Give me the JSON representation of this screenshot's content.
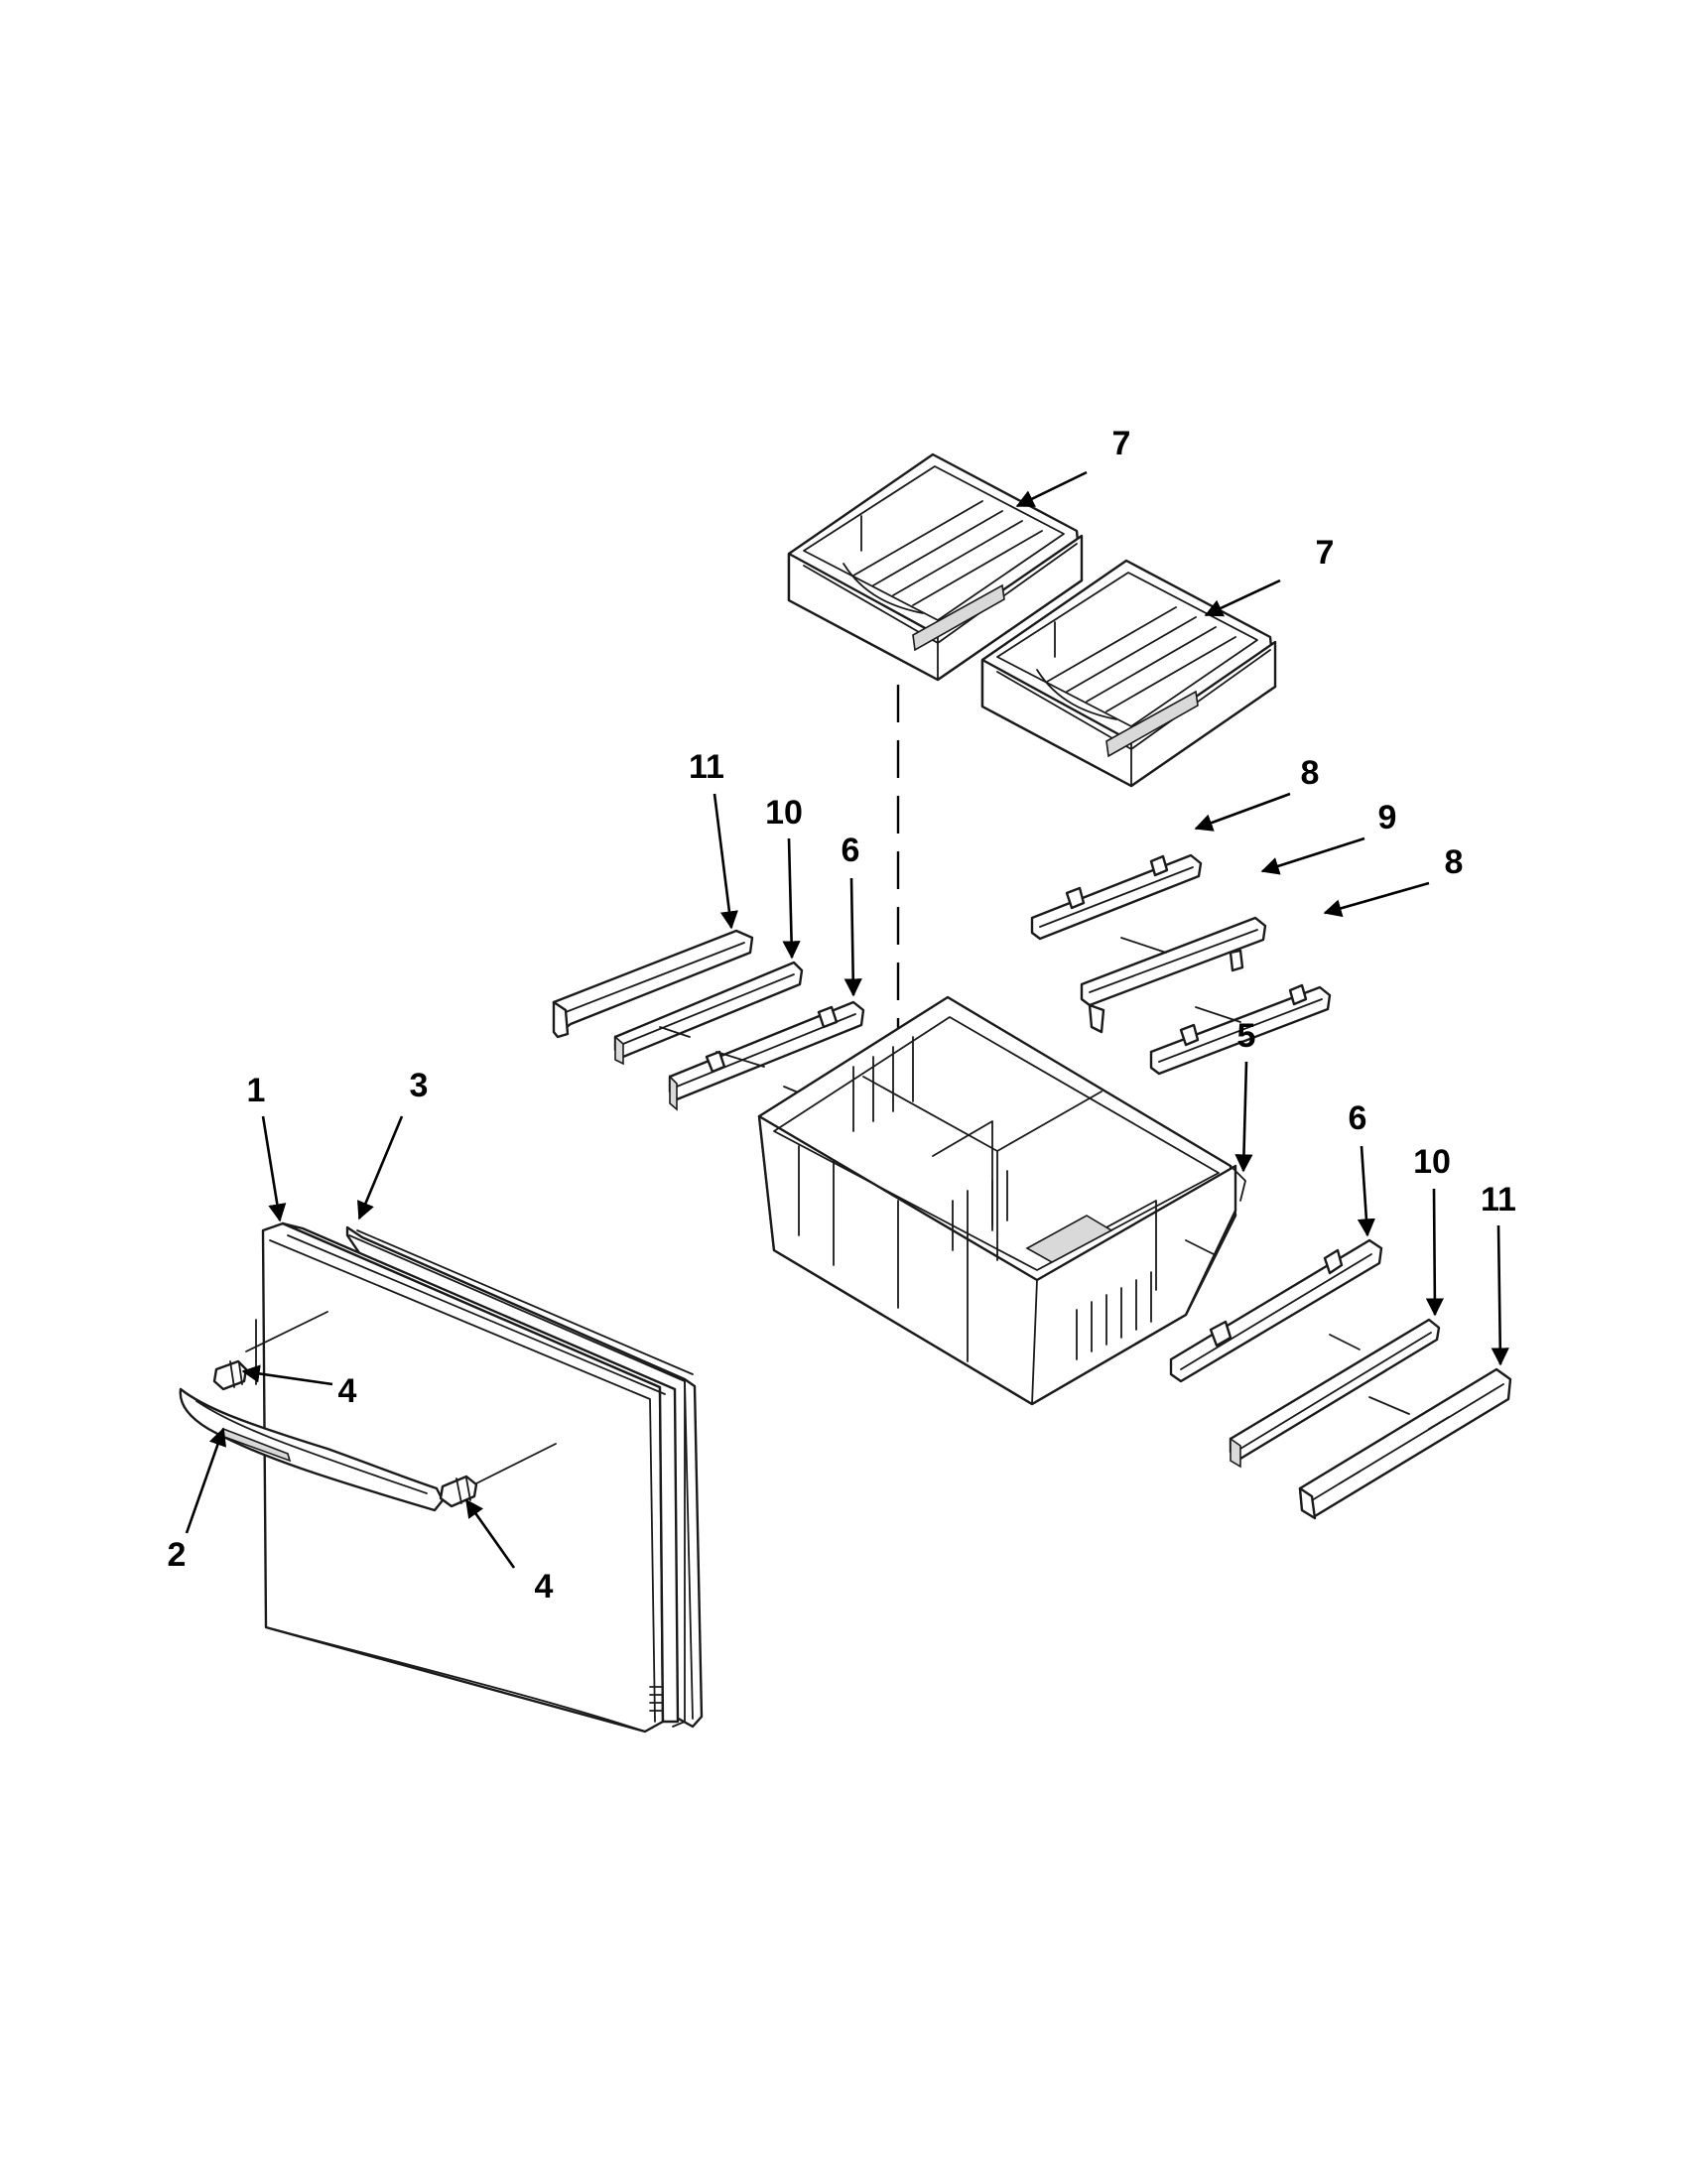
{
  "callouts": {
    "c1": "1",
    "c2": "2",
    "c3": "3",
    "c4a": "4",
    "c4b": "4",
    "c5": "5",
    "c6a": "6",
    "c6b": "6",
    "c7a": "7",
    "c7b": "7",
    "c8a": "8",
    "c8b": "8",
    "c9": "9",
    "c10a": "10",
    "c10b": "10",
    "c11a": "11",
    "c11b": "11"
  },
  "colors": {
    "line": "#1a1a1a",
    "background": "#ffffff",
    "shade": "#d9d9d9"
  }
}
